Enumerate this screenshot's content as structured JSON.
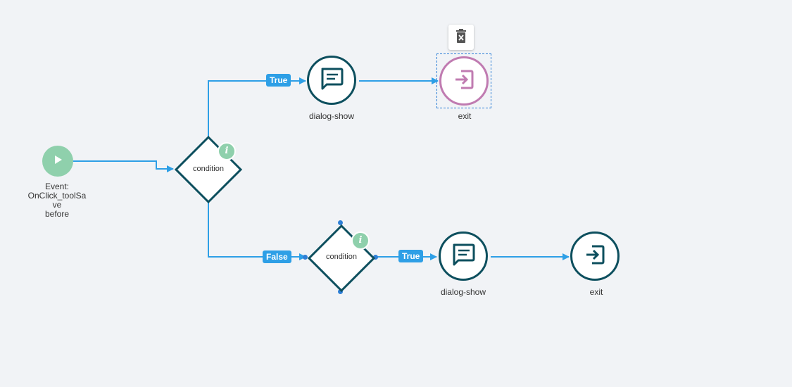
{
  "colors": {
    "background": "#f1f3f6",
    "edge": "#2e9fe6",
    "node_border": "#0d4f5e",
    "selected_border": "#c07bb1",
    "start_fill": "#8fd0ac",
    "tag_fill": "#2e9fe6"
  },
  "start": {
    "icon": "play-icon",
    "label_lines": [
      "Event:",
      "OnClick_toolSa",
      "ve",
      "before"
    ]
  },
  "condition_top": {
    "label": "condition",
    "info_icon": "info-icon",
    "info_text": "i"
  },
  "condition_bottom": {
    "label": "condition",
    "info_icon": "info-icon",
    "info_text": "i"
  },
  "edges": {
    "true_top": "True",
    "false_bottom": "False",
    "true_bottom": "True"
  },
  "nodes": {
    "dialog_top": {
      "label": "dialog-show",
      "icon": "message-icon"
    },
    "exit_top": {
      "label": "exit",
      "icon": "exit-icon",
      "selected": true
    },
    "dialog_bottom": {
      "label": "dialog-show",
      "icon": "message-icon"
    },
    "exit_bottom": {
      "label": "exit",
      "icon": "exit-icon"
    }
  },
  "toolbar": {
    "delete_icon": "trash-icon"
  }
}
